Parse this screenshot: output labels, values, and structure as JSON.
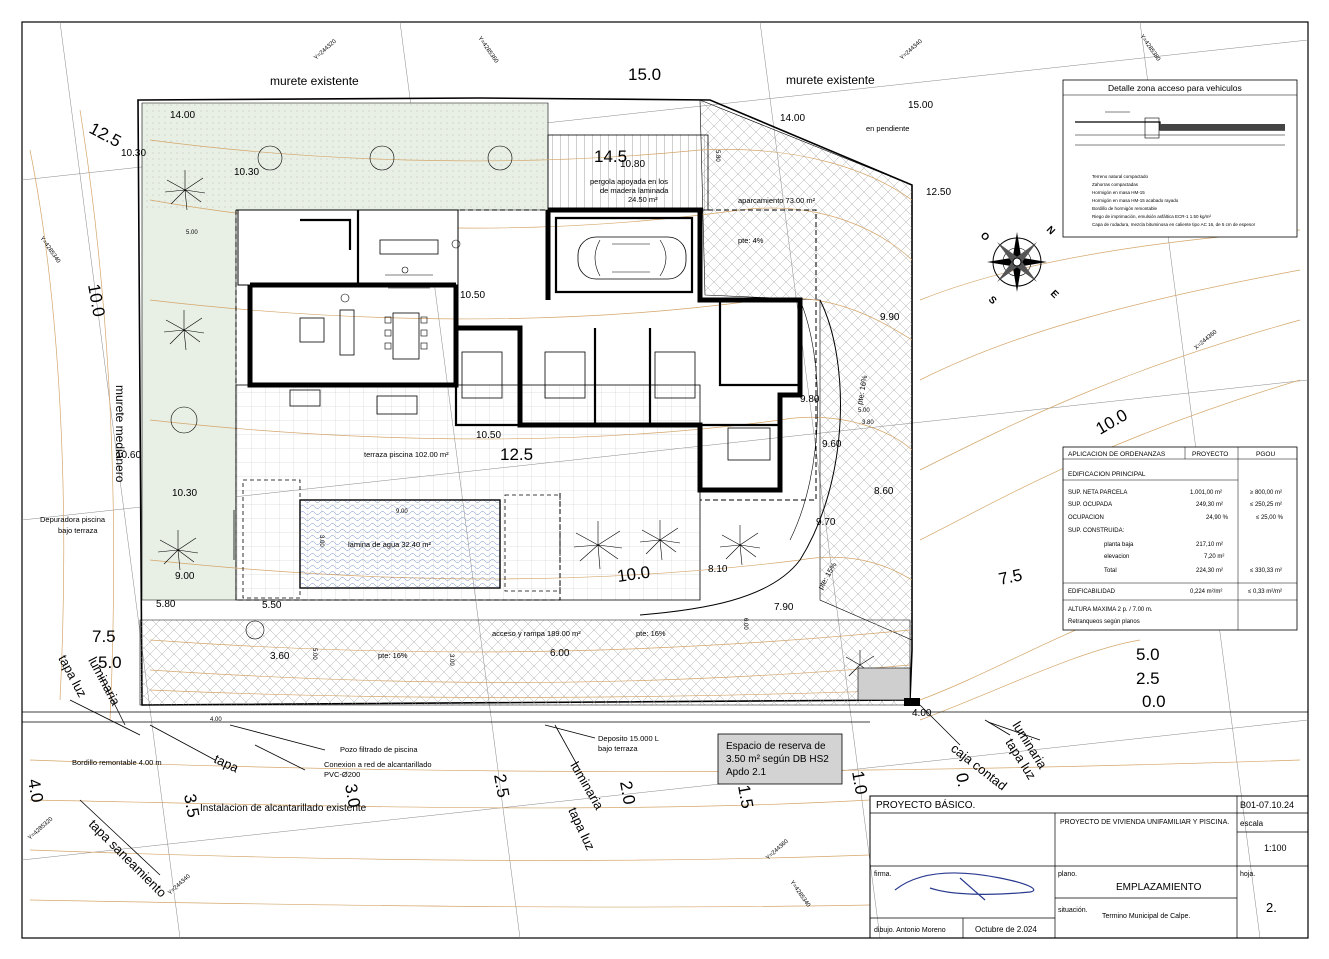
{
  "labels": {
    "murete_left": "murete existente",
    "murete_right": "murete existente",
    "murete_medianero": "murete medianero",
    "en_pendiente": "en pendiente",
    "pergola": "pergola apoyada en los",
    "pergola2": "de madera laminada",
    "pergola_area": "24.50 m²",
    "aparcamiento": "aparcamiento 73.00 m²",
    "pte4": "pte: 4%",
    "pte16a": "pte: 16%",
    "pte16b": "pte: 16%",
    "pte16c": "pte: 16%",
    "pte15": "pte: 15%",
    "terraza": "terraza piscina 102.00 m²",
    "lamina": "lamina de agua 32.40 m²",
    "depuradora1": "Depuradora piscina",
    "depuradora2": "bajo terraza",
    "acceso": "acceso y rampa 189.00 m²",
    "pozo": "Pozo filtrado de piscina",
    "conexion1": "Conexion a red de alcantarillado",
    "conexion2": "PVC-Ø200",
    "deposito1": "Deposito 15.000 L",
    "deposito2": "bajo terraza",
    "bordillo": "Bordillo remontable 4.00 m",
    "instalacion": "Instalacion de alcantarillado existente",
    "reserva1": "Espacio de reserva de",
    "reserva2": "3.50 m² según DB HS2",
    "reserva3": "Apdo 2.1",
    "luminaria1": "luminaria",
    "luminaria2": "luminaria",
    "luminaria3": "luminaria",
    "tapa_luz1": "tapa luz",
    "tapa_luz2": "tapa luz",
    "tapa_luz3": "tapa luz",
    "tapa": "tapa",
    "tapa_saneamiento": "tapa saneamiento",
    "caja": "caja contad"
  },
  "levels": {
    "top": "15.0",
    "l125": "12.5",
    "l100": "10.0",
    "r100": "10.0",
    "c125": "12.5",
    "c100": "10.0",
    "l75": "7.5",
    "r75": "7.5",
    "l50": "5.0",
    "r50": "5.0",
    "r25": "2.5",
    "r00": "0.0",
    "b40": "4.0",
    "b35": "3.5",
    "b30": "3.0",
    "b25": "2.5",
    "b20": "2.0",
    "b15": "1.5",
    "b10": "1.0",
    "b05": "0.",
    "c145": "14.5"
  },
  "spot": [
    "14.00",
    "14.00",
    "15.00",
    "10.30",
    "10.30",
    "10.80",
    "12.50",
    "10.50",
    "10.50",
    "9.90",
    "9.80",
    "9.60",
    "10.60",
    "8.60",
    "10.30",
    "9.70",
    "9.00",
    "8.10",
    "7.90",
    "5.80",
    "5.50",
    "3.60",
    "6.00",
    "4.00"
  ],
  "dims": [
    "5.00",
    "5.00",
    "3.80",
    "9.00",
    "3.00",
    "5.00",
    "4.00",
    "3.00",
    "5.80",
    "6.00"
  ],
  "coords": [
    "Y=244320",
    "Y=4285360",
    "Y=244340",
    "Y=4285380",
    "Y=4285340",
    "X=244360",
    "Y=4285320",
    "Y=244340",
    "Y=244360",
    "Y=4285340"
  ],
  "detail": {
    "title": "Detalle zona acceso para vehiculos",
    "notes": [
      "Terreno natural compactado",
      "Zahorras compactadas",
      "Hormigón en masa HM-15",
      "Hormigón en masa HM-15 acabado rayado",
      "Bordillo de hormigón remontable",
      "Riego de imprimación, emulsión asfáltica ECR-1 1.50 kg/m²",
      "Capa de rodadura, mezcla bituminosa en caliente tipo AC 16, de 5 cm de espesor"
    ]
  },
  "ordinance": {
    "header": [
      "APLICACION DE ORDENANZAS",
      "PROYECTO",
      "PGOU"
    ],
    "section1": "EDIFICACION PRINCIPAL",
    "rows": [
      {
        "label": "SUP. NETA PARCELA",
        "proyecto": "1.001,00 m²",
        "pgou": "≥ 800,00 m²"
      },
      {
        "label": "SUP. OCUPADA",
        "proyecto": "249,30 m²",
        "pgou": "≤ 250,25 m²"
      },
      {
        "label": "OCUPACION",
        "proyecto": "24,90 %",
        "pgou": "≤ 25,00 %"
      }
    ],
    "construida_label": "SUP. CONSTRUIDA:",
    "construida": [
      {
        "label": "planta baja",
        "value": "217,10 m²"
      },
      {
        "label": "elevacion",
        "value": "7,20 m²"
      },
      {
        "label": "Total",
        "value": "224,30 m²",
        "pgou": "≤ 330,33 m²"
      }
    ],
    "edificabilidad": {
      "label": "EDIFICABILIDAD",
      "proyecto": "0,224 m²/m²",
      "pgou": "≤ 0,33 m²/m²"
    },
    "altura": "ALTURA MAXIMA    2 p. / 7.00 m.",
    "retranqueos": "Retranqueos según planos"
  },
  "titleblock": {
    "project_type": "PROYECTO BÁSICO.",
    "code": "B01-07.10.24",
    "project_name": "PROYECTO DE VIVIENDA UNIFAMILIAR Y PISCINA.",
    "scale_label": "escala",
    "scale": "1:100",
    "firma_label": "firma.",
    "plano_label": "plano.",
    "plano": "EMPLAZAMIENTO",
    "hoja_label": "hoja.",
    "hoja": "2.",
    "situacion_label": "situación.",
    "situacion": "Termino Municipal de Calpe.",
    "dibujo": "dibujo. Antonio Moreno",
    "fecha": "Octubre de 2.024"
  },
  "compass": {
    "n": "N",
    "s": "S",
    "e": "E",
    "o": "O"
  },
  "colors": {
    "garden": "#e8efe5",
    "contour": "#d4a66a",
    "paving": "#dcdcdc"
  }
}
